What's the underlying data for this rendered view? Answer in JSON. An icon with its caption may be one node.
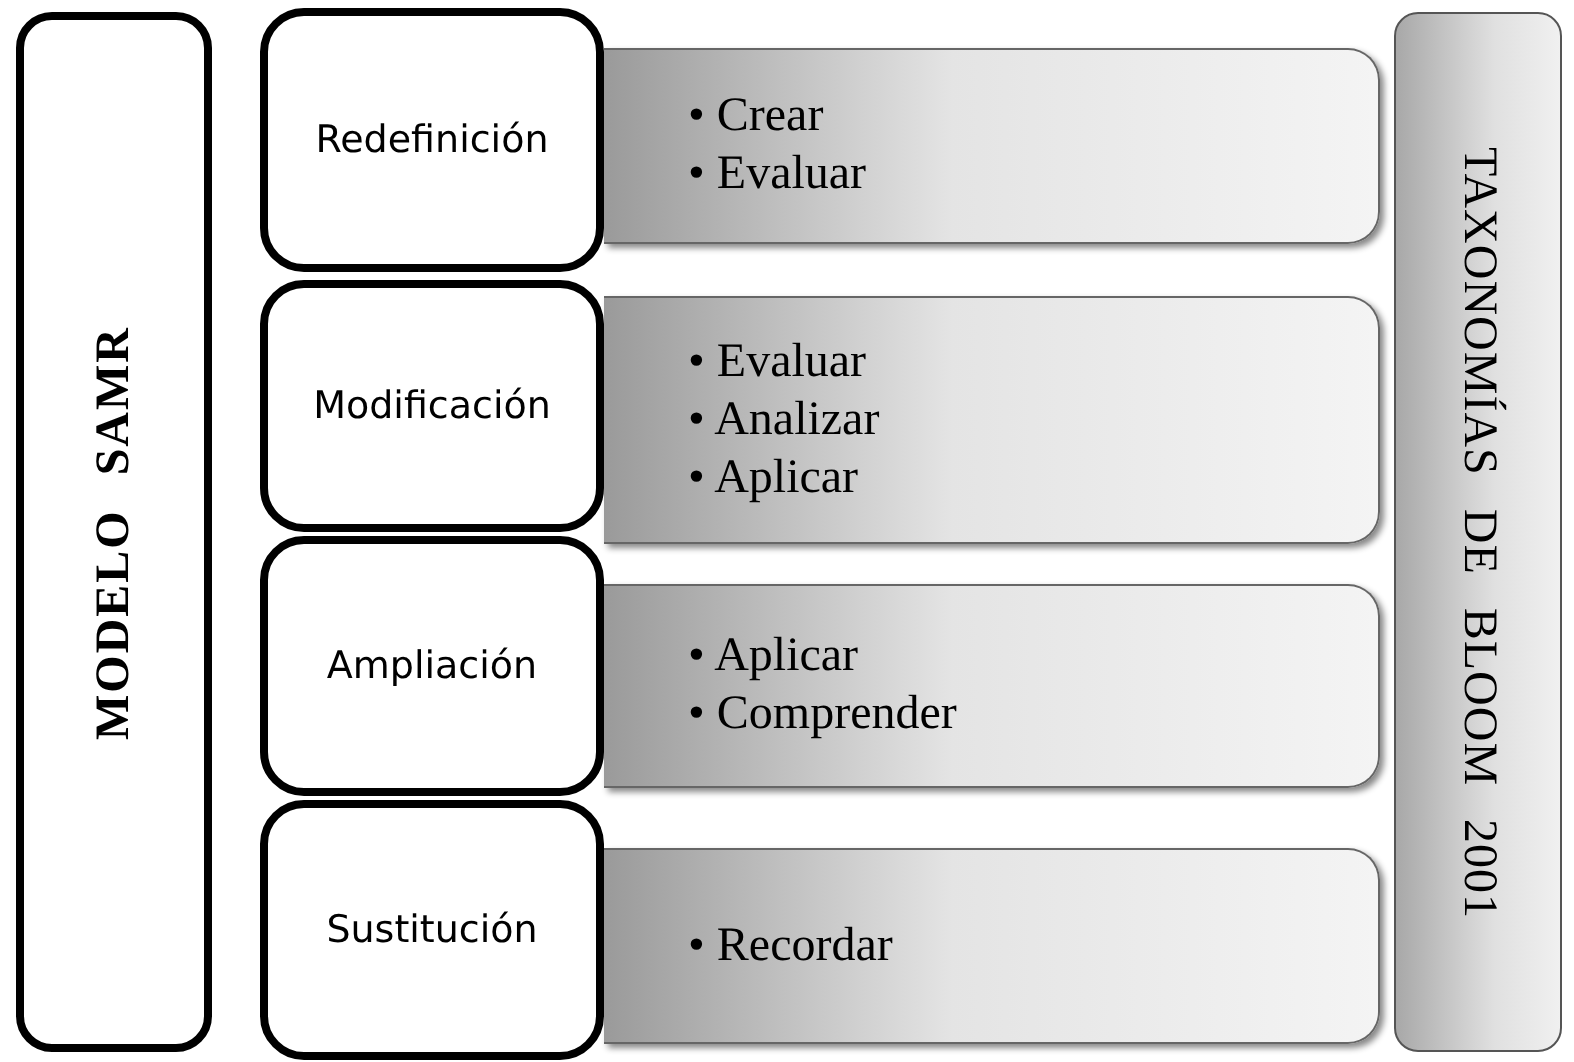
{
  "diagram": {
    "nodes": [
      {
        "text": [
          "MODELO SAMR"
        ]
      },
      {
        "text": [
          "Redefinición"
        ]
      },
      {
        "text": [
          "• Crear",
          "• Evaluar"
        ]
      },
      {
        "text": [
          "Modificación"
        ]
      },
      {
        "text": [
          "• Evaluar",
          "• Analizar",
          "• Aplicar"
        ]
      },
      {
        "text": [
          "Ampliación"
        ]
      },
      {
        "text": [
          "• Aplicar",
          "• Comprender"
        ]
      },
      {
        "text": [
          "Sustitución"
        ]
      },
      {
        "text": [
          "• Recordar"
        ]
      },
      {
        "text": [
          "TAXONOMÍAS DE BLOOM 2001"
        ]
      }
    ]
  }
}
